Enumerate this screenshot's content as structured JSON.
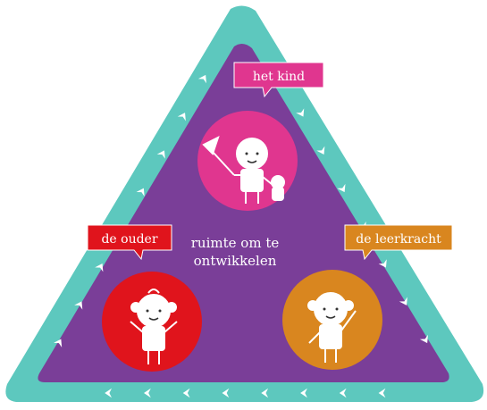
{
  "center": {
    "line1": "ruimte om te",
    "line2": "ontwikkelen"
  },
  "nodes": {
    "child": {
      "label": "het kind",
      "color": "#e0368f"
    },
    "parent": {
      "label": "de ouder",
      "color": "#e0141c"
    },
    "teacher": {
      "label": "de leerkracht",
      "color": "#d9861f"
    }
  },
  "colors": {
    "outer_triangle": "#5dc8be",
    "inner_triangle": "#7a3e98",
    "arrow": "#ffffff"
  },
  "icons": [
    "child-with-kite-icon",
    "child-arms-raised-icon",
    "child-waving-icon",
    "arrow-chevron-icon"
  ]
}
